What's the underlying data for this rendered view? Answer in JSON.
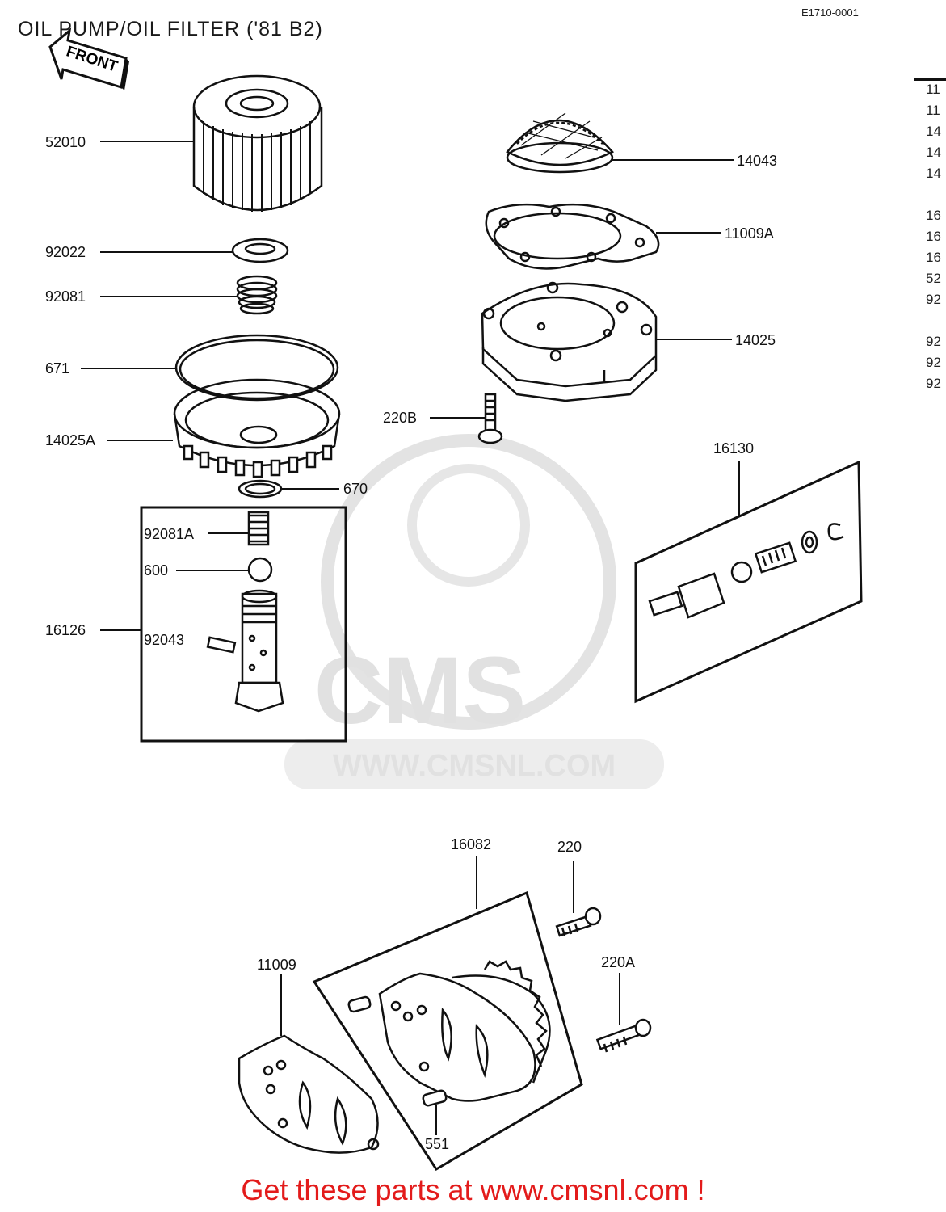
{
  "header": {
    "title": "OIL PUMP/OIL FILTER ('81 B2)",
    "code": "E1710-0001",
    "front_label": "FRONT"
  },
  "watermark": {
    "brand": "CMS",
    "url": "WWW.CMSNL.COM"
  },
  "parts": {
    "p52010": "52010",
    "p92022": "92022",
    "p92081": "92081",
    "p671": "671",
    "p14025A": "14025A",
    "p670": "670",
    "p92081A": "92081A",
    "p600": "600",
    "p16126": "16126",
    "p92043": "92043",
    "p14043": "14043",
    "p11009A": "11009A",
    "p14025": "14025",
    "p220B": "220B",
    "p16130": "16130",
    "p16082": "16082",
    "p220": "220",
    "p220A": "220A",
    "p11009": "11009",
    "p551": "551"
  },
  "edge_list": [
    "11",
    "11",
    "14",
    "14",
    "14",
    "",
    "16",
    "16",
    "16",
    "52",
    "92",
    "",
    "92",
    "92",
    "92"
  ],
  "footer": {
    "text": "Get these parts at www.cmsnl.com !",
    "color": "#e31b1b"
  }
}
